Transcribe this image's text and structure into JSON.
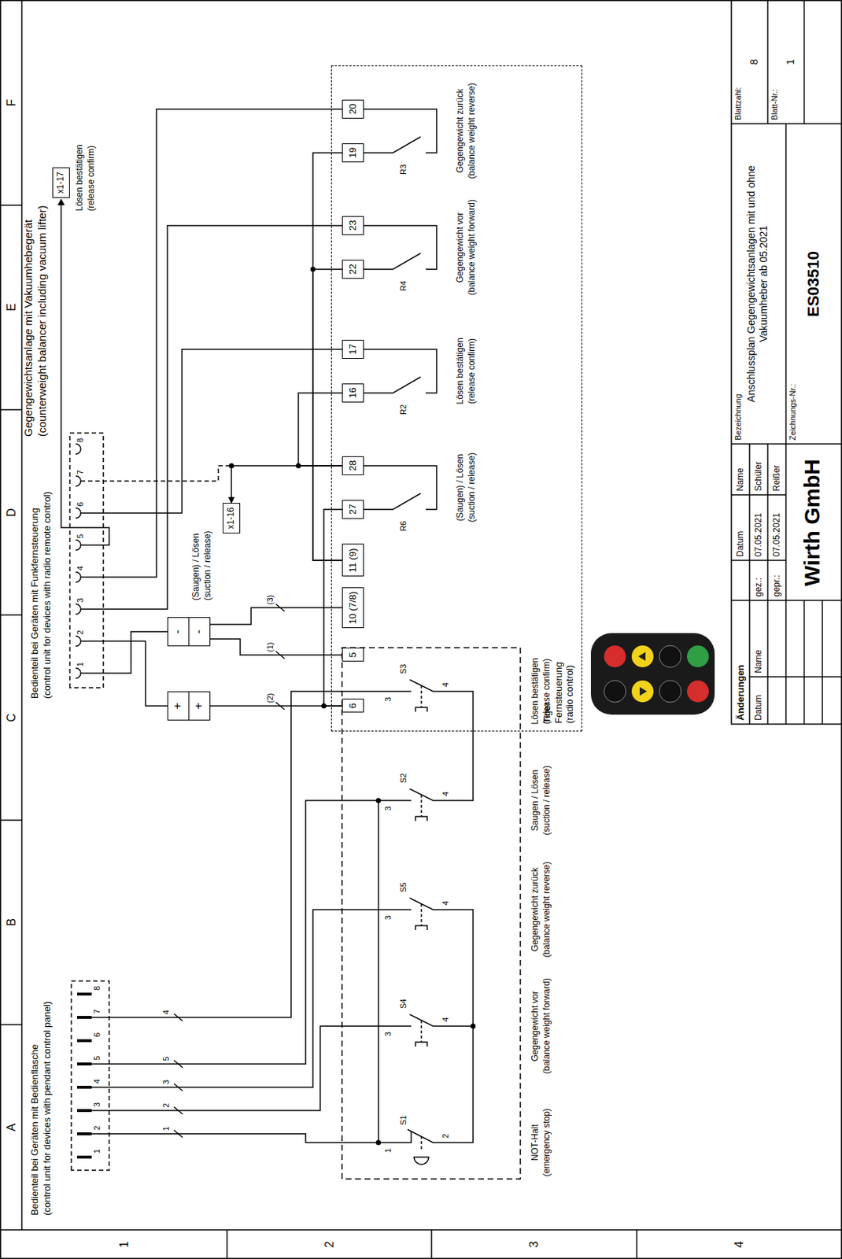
{
  "diagram": {
    "nodes": [
      {
        "text": [
          "Tiger Fernsteuerung",
          "(radio control)"
        ]
      },
      {
        "text": [
          "6"
        ],
        "in": 0
      },
      {
        "text": [
          "5"
        ],
        "in": 0
      },
      {
        "text": [
          "10 (7/8)"
        ],
        "in": 0
      },
      {
        "text": [
          "11 (9)"
        ],
        "in": 0
      },
      {
        "text": [
          "27"
        ],
        "in": 0
      },
      {
        "text": [
          "28"
        ],
        "in": 0
      },
      {
        "text": [
          "16"
        ],
        "in": 0
      },
      {
        "text": [
          "17"
        ],
        "in": 0
      },
      {
        "text": [
          "22"
        ],
        "in": 0
      },
      {
        "text": [
          "23"
        ],
        "in": 0
      },
      {
        "text": [
          "19"
        ],
        "in": 0
      },
      {
        "text": [
          "20"
        ],
        "in": 0
      },
      {
        "text": [
          "+"
        ]
      },
      {
        "text": [
          "+"
        ]
      },
      {
        "text": [
          "-"
        ]
      },
      {
        "text": [
          "-"
        ]
      },
      {
        "text": [
          "x1-16"
        ]
      },
      {
        "text": [
          "x1-17"
        ]
      }
    ],
    "edges": [
      {
        "from": 1,
        "to": 14,
        "arrow": "none"
      },
      {
        "from": 2,
        "to": 16,
        "arrow": "none"
      },
      {
        "from": 3,
        "to": 16,
        "arrow": "none"
      },
      {
        "from": 1,
        "to": 5,
        "arrow": "none"
      },
      {
        "from": 4,
        "to": 9,
        "arrow": "none"
      },
      {
        "from": 4,
        "to": 11,
        "arrow": "none"
      },
      {
        "from": 6,
        "to": 7,
        "arrow": "none"
      },
      {
        "from": 6,
        "to": 17,
        "arrow": "to"
      }
    ],
    "labels": [
      "A",
      "B",
      "C",
      "D",
      "E",
      "F",
      "1",
      "2",
      "3",
      "4",
      "Bedienteil bei Geräten mit Bedienflasche",
      "(control unit for devices with pendant control panel)",
      "Bedienteil bei Geräten mit Funkfernsteuerung",
      "(control unit for devices with radio remote control)",
      "Gegengewichtsanlage mit Vakuumhebegerät",
      "(counterweight balancer including vacuum lifter)",
      "1",
      "2",
      "3",
      "4",
      "5",
      "6",
      "7",
      "8",
      "1",
      "2",
      "3",
      "5",
      "4",
      "S1",
      "S4",
      "S5",
      "S2",
      "S3",
      "1",
      "2",
      "3",
      "4",
      "3",
      "4",
      "3",
      "4",
      "3",
      "4",
      "NOT-Halt",
      "(emergency stop)",
      "Gegengewicht vor",
      "(balance weight forward)",
      "Gegengewicht zurück",
      "(balance weight reverse)",
      "Saugen / Lösen",
      "(suction / release)",
      "Lösen bestätigen",
      "(release confirm)",
      "1",
      "2",
      "3",
      "4",
      "5",
      "6",
      "7",
      "8",
      "(2)",
      "(1)",
      "(3)",
      "R6",
      "R2",
      "R4",
      "R3",
      "(Saugen) / Lösen",
      "(suction / release)",
      "Lösen bestätigen",
      "(release confirm)",
      "Gegengewicht vor",
      "(balance weight forward)",
      "Gegengewicht zurück",
      "(balance weight reverse)",
      "(Saugen) / Lösen",
      "(suction / release)",
      "Lösen bestätigen",
      "(release confirm)",
      "Änderungen",
      "Datum",
      "Name",
      "Datum",
      "Name",
      "gez.:",
      "07.05.2021",
      "Schüler",
      "gepr.:",
      "07.05.2021",
      "Reißer",
      "Wirth GmbH",
      "Bezeichnung",
      "Anschlussplan Gegengewichtsanlagen mit und ohne Vakuumheber ab 05.2021",
      "Zeichnungs-Nr.:",
      "ES03510",
      "Blattzahl:",
      "8",
      "Blatt-Nr.:",
      "1"
    ]
  }
}
